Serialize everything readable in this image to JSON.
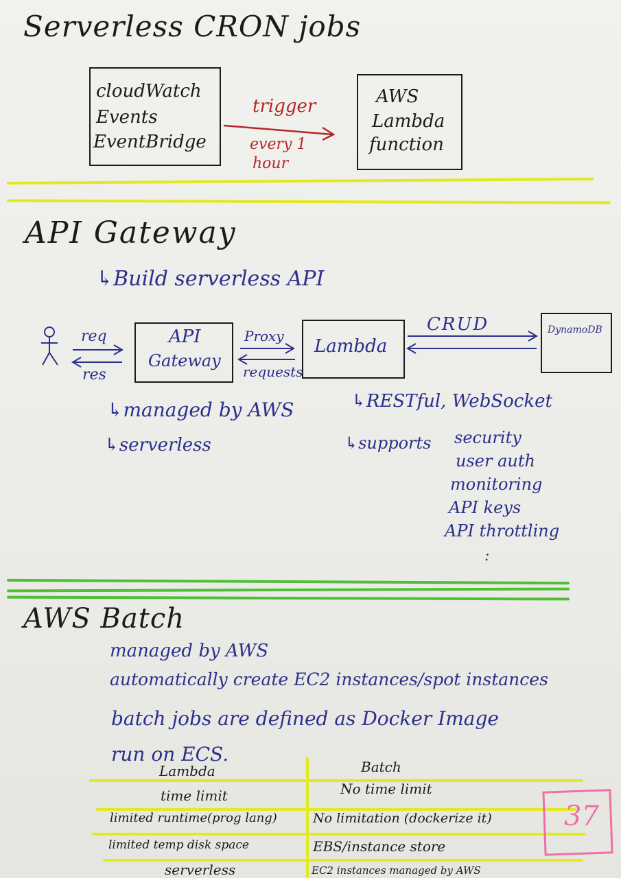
{
  "cron": {
    "title": "Serverless CRON jobs",
    "source_lines": [
      "cloudWatch",
      "Events",
      "EventBridge"
    ],
    "trigger_label": "trigger",
    "schedule_lines": [
      "every 1",
      "hour"
    ],
    "target_lines": [
      "AWS",
      "Lambda",
      "function"
    ]
  },
  "api": {
    "title": "API Gateway",
    "subtitle": "↳Build serverless API",
    "req_label": "req",
    "res_label": "res",
    "gateway_lines": [
      "API",
      "Gateway"
    ],
    "proxy_label": "Proxy",
    "requests_label": "requests",
    "lambda_label": "Lambda",
    "crud_label": "CRUD",
    "db_label": "DynamoDB",
    "notes_left": [
      "↳managed by AWS",
      "↳serverless"
    ],
    "notes_right": [
      "↳RESTful, WebSocket",
      "↳supports"
    ],
    "supports_items": [
      "security",
      "user auth",
      "monitoring",
      "API keys",
      "API throttling",
      ":"
    ]
  },
  "batch": {
    "title": "AWS Batch",
    "lines": [
      "managed by AWS",
      "automatically create EC2 instances/spot instances",
      "batch jobs are defined as Docker Image",
      "run on ECS."
    ],
    "table": {
      "headers": [
        "Lambda",
        "Batch"
      ],
      "rows": [
        [
          "time limit",
          "No time limit"
        ],
        [
          "limited runtime(prog lang)",
          "No limitation (dockerize it)"
        ],
        [
          "limited temp disk space",
          "EBS/instance store"
        ],
        [
          "serverless",
          "EC2 instances managed by AWS"
        ]
      ]
    }
  },
  "page_number": "37",
  "colors": {
    "ink_black": "#1b1b1b",
    "ink_blue": "#2b2f8c",
    "ink_red": "#b52727",
    "highlighter_yellow": "#e2ea1e",
    "highlighter_green": "#4fbf36",
    "page_marker_pink": "#ef6fa8"
  }
}
